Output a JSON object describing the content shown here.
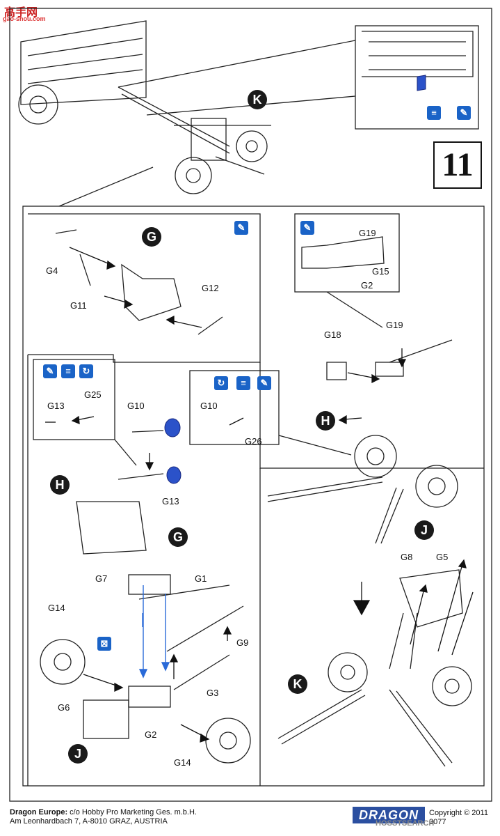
{
  "watermark": {
    "top": "高手网",
    "sub": "gao-shou.com",
    "bottom": "HOSSTSEARCH"
  },
  "step_number": "11",
  "callouts": {
    "K_top": "K",
    "G_box": "G",
    "H_mid": "H",
    "G_mid": "G",
    "H_right": "H",
    "J_right": "J",
    "J_bottom": "J",
    "K_bottom": "K"
  },
  "icons": {
    "glue": "glue-icon",
    "paint": "paint-icon",
    "rotate": "rotate-icon",
    "cement": "cement-tube-icon"
  },
  "labels": {
    "G4": "G4",
    "G11": "G11",
    "G12": "G12",
    "G19_a": "G19",
    "G15": "G15",
    "G2_a": "G2",
    "G19_b": "G19",
    "G18": "G18",
    "G13_a": "G13",
    "G25": "G25",
    "G10_a": "G10",
    "G13_b": "G13",
    "G10_b": "G10",
    "G26": "G26",
    "G7": "G7",
    "G1": "G1",
    "G14_a": "G14",
    "G9": "G9",
    "G3": "G3",
    "G6": "G6",
    "G2_b": "G2",
    "G14_b": "G14",
    "G8": "G8",
    "G5": "G5"
  },
  "footer": {
    "company": "Dragon Europe:",
    "line1_rest": " c/o Hobby Pro Marketing Ges. m.b.H.",
    "line2": "Am Leonhardbach 7, A-8010 GRAZ, AUSTRIA",
    "brand": "DRAGON",
    "copyright": "Copyright © 2011",
    "code": "3077"
  }
}
